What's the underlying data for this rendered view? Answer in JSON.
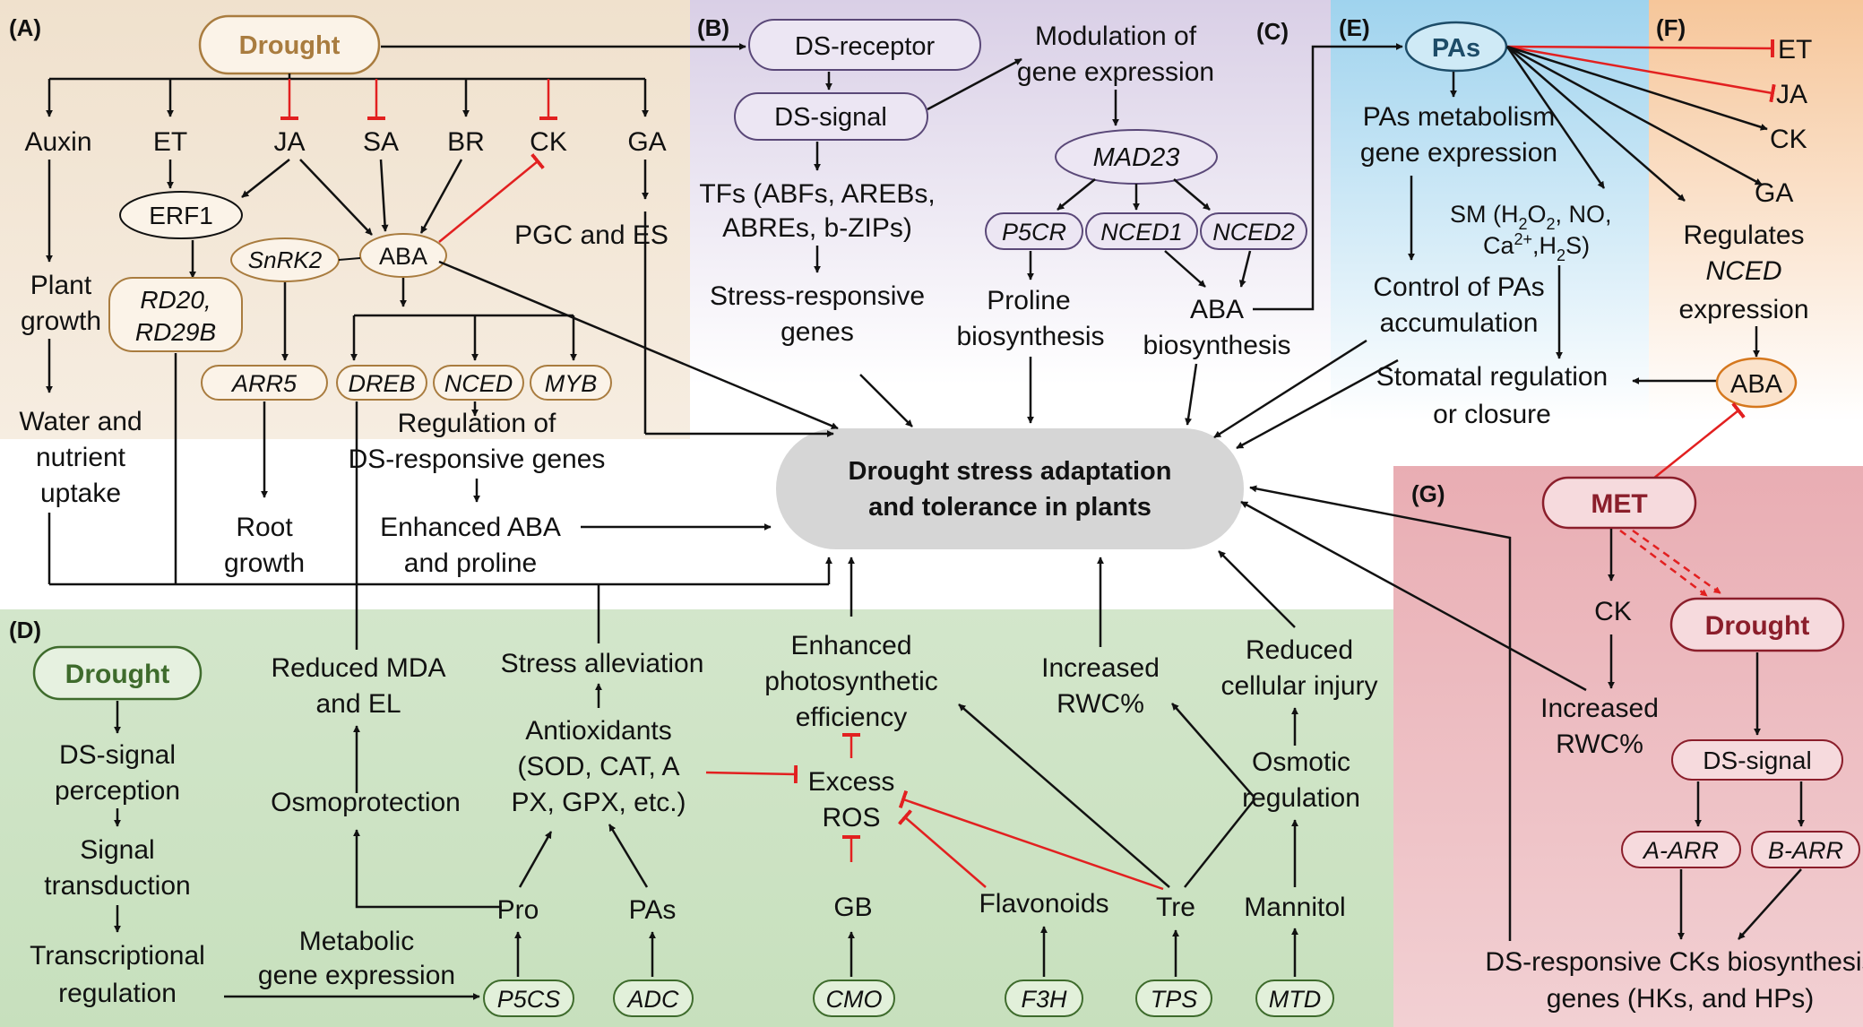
{
  "panels": {
    "A": "(A)",
    "B": "(B)",
    "C": "(C)",
    "D": "(D)",
    "E": "(E)",
    "F": "(F)",
    "G": "(G)"
  },
  "center": {
    "line1": "Drought stress adaptation",
    "line2": "and tolerance in plants"
  },
  "panel_a": {
    "drought": "Drought",
    "auxin": "Auxin",
    "et": "ET",
    "ja": "JA",
    "sa": "SA",
    "br": "BR",
    "ck": "CK",
    "ga": "GA",
    "erf1": "ERF1",
    "snrk2": "SnRK2",
    "aba": "ABA",
    "pgc": "PGC and ES",
    "plant_growth_1": "Plant",
    "plant_growth_2": "growth",
    "rd20": "RD20,",
    "rd29b": "RD29B",
    "arr5": "ARR5",
    "dreb": "DREB",
    "nced": "NCED",
    "myb": "MYB",
    "regulation_1": "Regulation of",
    "regulation_2": "DS-responsive genes",
    "enhanced_1": "Enhanced ABA",
    "enhanced_2": "and proline",
    "water_1": "Water and",
    "water_2": "nutrient",
    "water_3": "uptake",
    "root_1": "Root",
    "root_2": "growth"
  },
  "panel_b": {
    "receptor": "DS-receptor",
    "signal": "DS-signal",
    "tfs_1": "TFs (ABFs, AREBs,",
    "tfs_2": "ABREs, b-ZIPs)",
    "stress_1": "Stress-responsive",
    "stress_2": "genes"
  },
  "panel_c": {
    "mod_1": "Modulation of",
    "mod_2": "gene expression",
    "mad23": "MAD23",
    "p5cr": "P5CR",
    "nced1": "NCED1",
    "nced2": "NCED2",
    "proline_1": "Proline",
    "proline_2": "biosynthesis",
    "aba_1": "ABA",
    "aba_2": "biosynthesis"
  },
  "panel_d": {
    "drought": "Drought",
    "perc_1": "DS-signal",
    "perc_2": "perception",
    "trans_1": "Signal",
    "trans_2": "transduction",
    "tr_1": "Transcriptional",
    "tr_2": "regulation",
    "meta_1": "Metabolic",
    "meta_2": "gene expression",
    "mda_1": "Reduced MDA",
    "mda_2": "and EL",
    "osmoprotection": "Osmoprotection",
    "stress_alleviation": "Stress alleviation",
    "anti_1": "Antioxidants",
    "anti_2": "(SOD, CAT, A",
    "anti_3": "PX, GPX, etc.)",
    "pro": "Pro",
    "pas": "PAs",
    "photo_1": "Enhanced",
    "photo_2": "photosynthetic",
    "photo_3": "efficiency",
    "ros_1": "Excess",
    "ros_2": "ROS",
    "gb": "GB",
    "flavonoids": "Flavonoids",
    "tre": "Tre",
    "mannitol": "Mannitol",
    "rwc_1": "Increased",
    "rwc_2": "RWC%",
    "injury_1": "Reduced",
    "injury_2": "cellular injury",
    "osm_1": "Osmotic",
    "osm_2": "regulation",
    "p5cs": "P5CS",
    "adc": "ADC",
    "cmo": "CMO",
    "f3h": "F3H",
    "tps": "TPS",
    "mtd": "MTD"
  },
  "panel_e": {
    "pas": "PAs",
    "meta_1": "PAs metabolism",
    "meta_2": "gene expression",
    "sm_1": "SM (H",
    "sm_2": "2",
    "sm_3": "O",
    "sm_4": "2",
    "sm_5": ", NO,",
    "sm_6": "Ca",
    "sm_7": "2+",
    "sm_8": ",H",
    "sm_9": "2",
    "sm_10": "S)",
    "ctrl_1": "Control of PAs",
    "ctrl_2": "accumulation",
    "stom_1": "Stomatal regulation",
    "stom_2": "or closure"
  },
  "panel_f": {
    "et": "ET",
    "ja": "JA",
    "ck": "CK",
    "ga": "GA",
    "reg_1": "Regulates",
    "reg_2": "NCED",
    "reg_3": "expression",
    "aba": "ABA"
  },
  "panel_g": {
    "met": "MET",
    "ck": "CK",
    "drought": "Drought",
    "rwc_1": "Increased",
    "rwc_2": "RWC%",
    "signal": "DS-signal",
    "a_arr": "A-ARR",
    "b_arr": "B-ARR",
    "genes_1": "DS-responsive CKs biosynthesis",
    "genes_2": "genes (HKs, and HPs)"
  },
  "colors": {
    "bg_a": "#f1e4d3",
    "bg_b": "#ddd3e8",
    "bg_d": "#d3e6cc",
    "bg_e": "#b5dcef",
    "bg_f": "#f8d3b0",
    "bg_g": "#ecb6bc",
    "center": "#d6d6d6",
    "brown": "#a97c3f",
    "purple": "#5a4878",
    "green": "#3e6b2c",
    "blue": "#1d4c68",
    "orange": "#d5771d",
    "maroon": "#8b1e2b",
    "inhibit": "#e22020"
  }
}
